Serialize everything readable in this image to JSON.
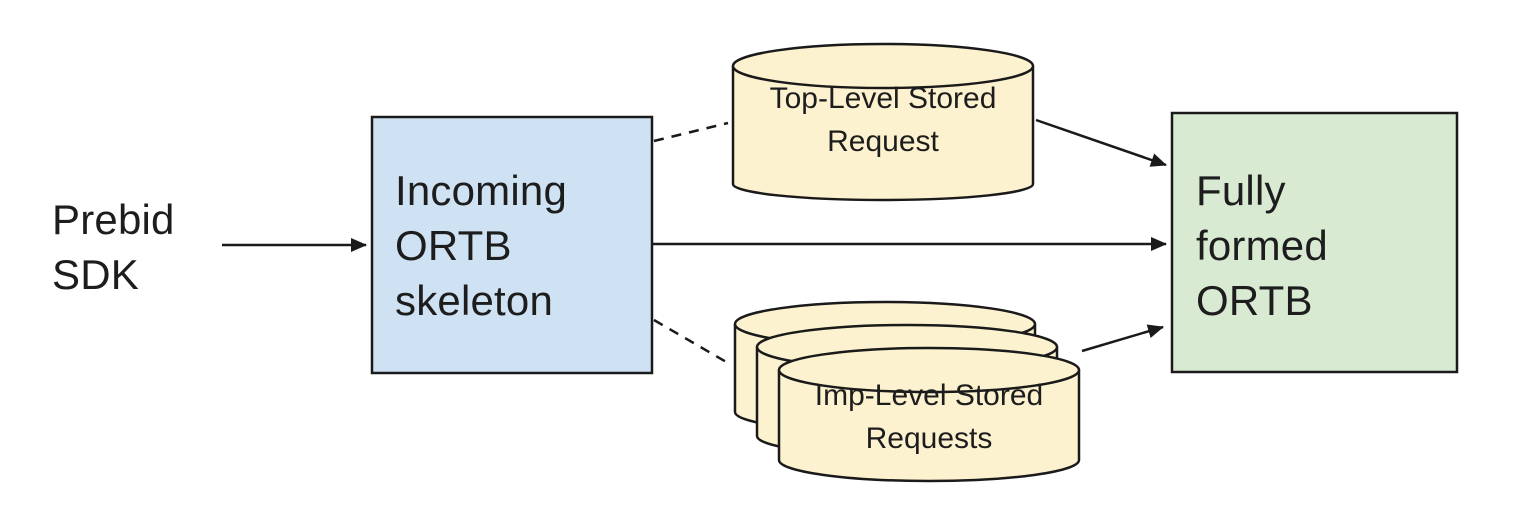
{
  "diagram": {
    "background": "#ffffff",
    "line_color": "#1a1a1a",
    "text_color": "#1d1d1d",
    "nodes": {
      "prebid_sdk": {
        "label": "Prebid\nSDK"
      },
      "incoming_ortb_skeleton": {
        "label": "Incoming\nORTB\nskeleton",
        "fill": "#cfe2f3"
      },
      "top_level_stored_request": {
        "label": "Top-Level Stored\nRequest",
        "fill": "#fdf2cf"
      },
      "imp_level_stored_requests": {
        "label": "Imp-Level Stored\nRequests",
        "fill": "#fdf2cf"
      },
      "fully_formed_ortb": {
        "label": "Fully\nformed\nORTB",
        "fill": "#d9ead3"
      }
    },
    "edges": [
      {
        "from": "prebid_sdk",
        "to": "incoming_ortb_skeleton",
        "style": "solid",
        "arrow": true
      },
      {
        "from": "incoming_ortb_skeleton",
        "to": "top_level_stored_request",
        "style": "dashed",
        "arrow": false
      },
      {
        "from": "top_level_stored_request",
        "to": "fully_formed_ortb",
        "style": "solid",
        "arrow": true
      },
      {
        "from": "incoming_ortb_skeleton",
        "to": "fully_formed_ortb",
        "style": "solid",
        "arrow": true
      },
      {
        "from": "incoming_ortb_skeleton",
        "to": "imp_level_stored_requests",
        "style": "dashed",
        "arrow": false
      },
      {
        "from": "imp_level_stored_requests",
        "to": "fully_formed_ortb",
        "style": "solid",
        "arrow": true
      }
    ]
  }
}
